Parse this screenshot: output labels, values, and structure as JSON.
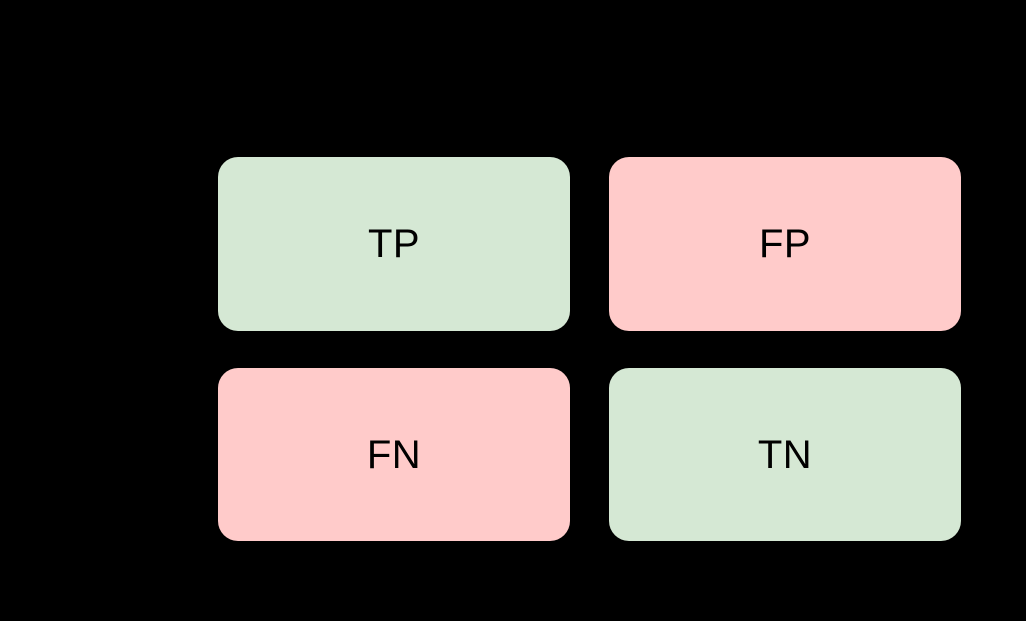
{
  "background_color": "#000000",
  "diagram": {
    "type": "confusion-matrix",
    "text_color": "#000000",
    "colors": {
      "positive_fill": "#d5e8d4",
      "negative_fill": "#ffcbca"
    },
    "cells": [
      {
        "id": "tp",
        "label": "TP",
        "fill": "#d5e8d4",
        "row": 0,
        "col": 0
      },
      {
        "id": "fp",
        "label": "FP",
        "fill": "#ffcbca",
        "row": 0,
        "col": 1
      },
      {
        "id": "fn",
        "label": "FN",
        "fill": "#ffcbca",
        "row": 1,
        "col": 0
      },
      {
        "id": "tn",
        "label": "TN",
        "fill": "#d5e8d4",
        "row": 1,
        "col": 1
      }
    ]
  }
}
